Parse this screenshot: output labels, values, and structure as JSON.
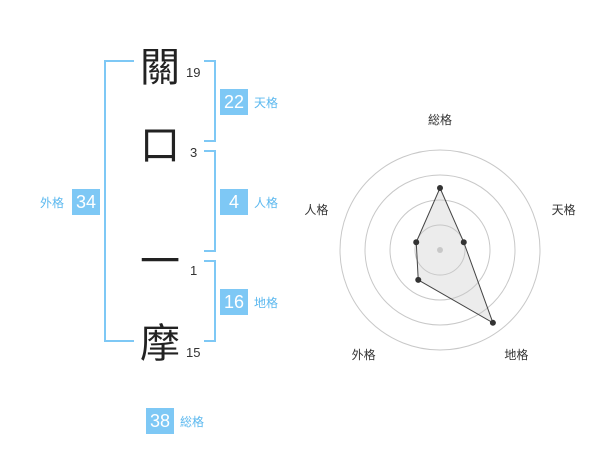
{
  "name": {
    "characters": [
      {
        "char": "關",
        "strokes": "19"
      },
      {
        "char": "口",
        "strokes": "3"
      },
      {
        "char": "一",
        "strokes": "1"
      },
      {
        "char": "摩",
        "strokes": "15"
      }
    ]
  },
  "fortunes": {
    "tenkaku": {
      "value": "22",
      "label": "天格"
    },
    "jinkaku": {
      "value": "4",
      "label": "人格"
    },
    "chikaku": {
      "value": "16",
      "label": "地格"
    },
    "gaikaku": {
      "value": "34",
      "label": "外格"
    },
    "soukaku": {
      "value": "38",
      "label": "総格"
    }
  },
  "colors": {
    "accent": "#7ec8f5",
    "accent_text": "#5bb8ef"
  },
  "chart_data": {
    "type": "radar",
    "axes": [
      "総格",
      "天格",
      "地格",
      "外格",
      "人格"
    ],
    "values": [
      0.62,
      0.25,
      0.9,
      0.37,
      0.25
    ],
    "rings": 4,
    "range": [
      0,
      1
    ]
  }
}
